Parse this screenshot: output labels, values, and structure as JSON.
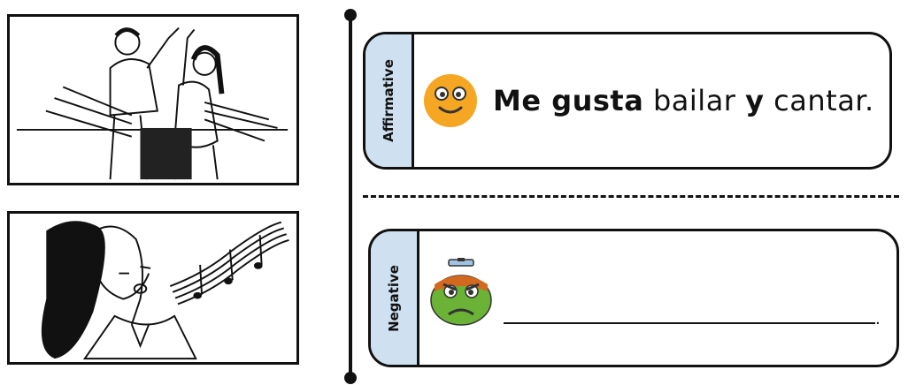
{
  "affirmative": {
    "tab_label": "Affirmative",
    "sentence": {
      "part1": "Me gusta",
      "part2": " bailar ",
      "part3": "y",
      "part4": " cantar."
    }
  },
  "negative": {
    "tab_label": "Negative",
    "blank_end": "."
  },
  "colors": {
    "tab_fill": "#cfe0f1",
    "smile_face": "#f5a623",
    "grouch_face": "#6bb336"
  },
  "icons": [
    "dancing-couple-illustration",
    "singing-woman-illustration",
    "smiling-face-icon",
    "grumpy-face-icon"
  ]
}
